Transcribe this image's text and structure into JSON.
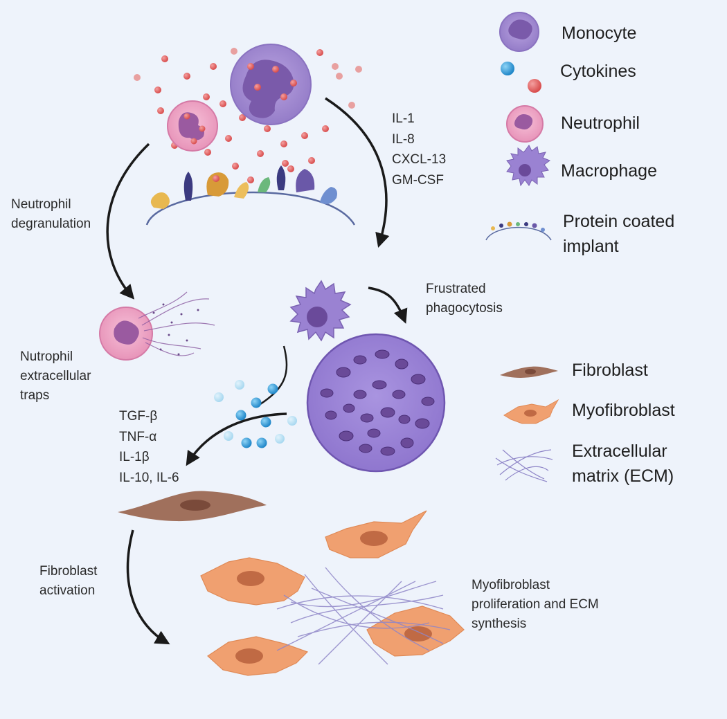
{
  "legend": {
    "monocyte": "Monocyte",
    "cytokines": "Cytokines",
    "neutrophil": "Neutrophil",
    "macrophage": "Macrophage",
    "implant": [
      "Protein coated",
      "implant"
    ],
    "fibroblast": "Fibroblast",
    "myofibroblast": "Myofibroblast",
    "ecm": [
      "Extracellular",
      "matrix (ECM)"
    ]
  },
  "labels": {
    "neutrophil_degranulation": [
      "Neutrophil",
      "degranulation"
    ],
    "net": [
      "Nutrophil",
      "extracellular",
      "traps"
    ],
    "frustrated_phagocytosis": [
      "Frustrated",
      "phagocytosis"
    ],
    "fibroblast_activation": [
      "Fibroblast",
      "activation"
    ],
    "myofibroblast_proliferation": [
      "Myofibroblast",
      "proliferation and ECM",
      "synthesis"
    ]
  },
  "cytokine_list_1": [
    "IL-1",
    "IL-8",
    "CXCL-13",
    "GM-CSF"
  ],
  "cytokine_list_2": [
    "TGF-β",
    "TNF-α",
    "IL-1β",
    "IL-10, IL-6"
  ],
  "colors": {
    "background": "#eef3fb",
    "monocyte": "#a48ad0",
    "neutrophil": "#ec9ec0",
    "macrophage": "#8b70c8",
    "giant_cell": "#9a83d6",
    "cytokine_red": "#e05a5a",
    "cytokine_blue": "#2f9bd6",
    "fibroblast": "#a0705c",
    "myofibroblast": "#f0a070",
    "ecm": "#8f86c8",
    "arrow": "#1a1a1a"
  }
}
